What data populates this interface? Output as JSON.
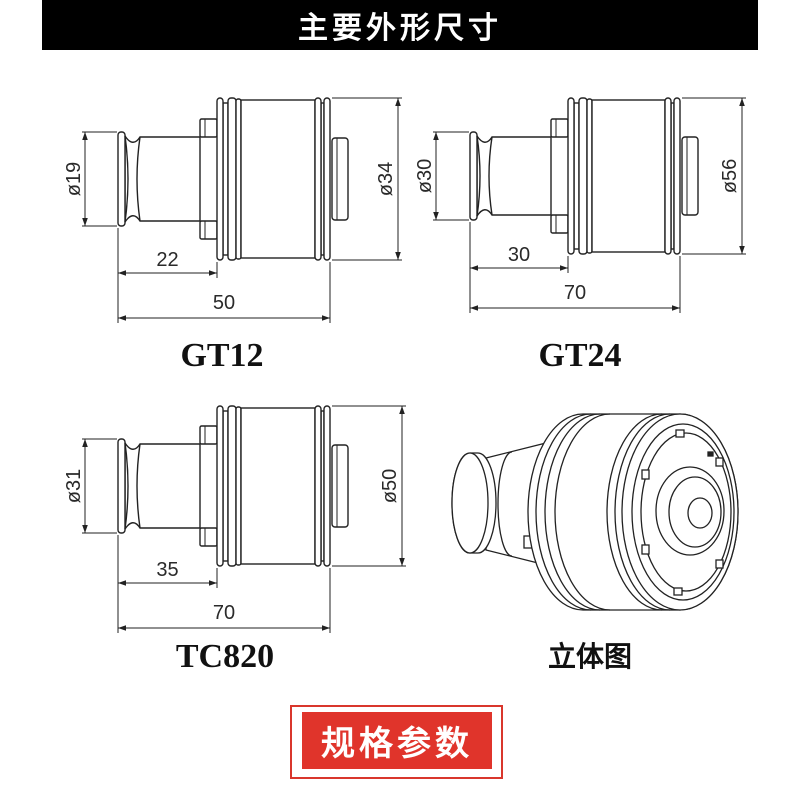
{
  "header": {
    "title": "主要外形尺寸"
  },
  "models": [
    {
      "name": "GT12",
      "shank_diameter": "ø19",
      "body_diameter": "ø34",
      "shank_length": "22",
      "total_length": "50"
    },
    {
      "name": "GT24",
      "shank_diameter": "ø30",
      "body_diameter": "ø56",
      "shank_length": "30",
      "total_length": "70"
    },
    {
      "name": "TC820",
      "shank_diameter": "ø31",
      "body_diameter": "ø50",
      "shank_length": "35",
      "total_length": "70"
    }
  ],
  "view_3d": {
    "label": "立体图"
  },
  "footer": {
    "label": "规格参数"
  },
  "colors": {
    "header_background": "#000000",
    "accent_red": "#e0342b",
    "line": "#222222"
  }
}
